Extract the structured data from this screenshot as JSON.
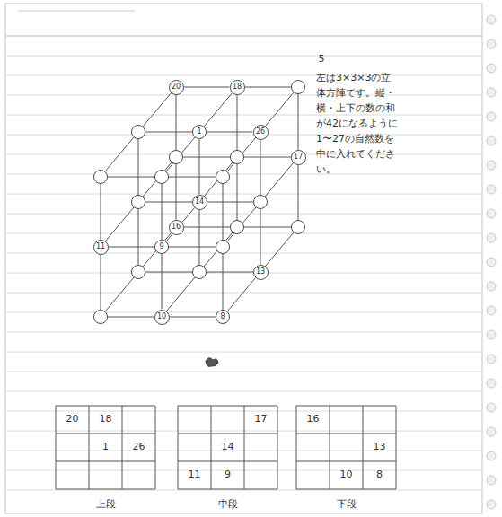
{
  "diagram": {
    "nodes": [
      {
        "text": [
          "20"
        ]
      },
      {
        "text": [
          "18"
        ]
      },
      {
        "text": [
          "1"
        ]
      },
      {
        "text": [
          "26"
        ]
      },
      {
        "text": [
          "17"
        ]
      },
      {
        "text": [
          "14"
        ]
      },
      {
        "text": [
          "16"
        ]
      },
      {
        "text": [
          "11"
        ]
      },
      {
        "text": [
          "9"
        ]
      },
      {
        "text": [
          "13"
        ]
      },
      {
        "text": [
          "10"
        ]
      },
      {
        "text": [
          "8"
        ]
      }
    ],
    "edges": [
      {
        "from": 0,
        "to": 1,
        "arrow": "none"
      },
      {
        "from": 1,
        "to": 2,
        "arrow": "none"
      },
      {
        "from": 2,
        "to": 3,
        "arrow": "none"
      },
      {
        "from": 2,
        "to": 5,
        "arrow": "none"
      },
      {
        "from": 5,
        "to": 8,
        "arrow": "none"
      },
      {
        "from": 7,
        "to": 8,
        "arrow": "none"
      },
      {
        "from": 8,
        "to": 10,
        "arrow": "none"
      },
      {
        "from": 10,
        "to": 11,
        "arrow": "none"
      },
      {
        "from": 9,
        "to": 11,
        "arrow": "none"
      }
    ],
    "labels": [
      "5",
      "左は3×3×3の立体方陣です。縦・横・上下の数の和が42になるように1〜27の自然数を中に入れてください。",
      "20",
      "18",
      "1",
      "26",
      "上段",
      "17",
      "14",
      "11",
      "9",
      "中段",
      "16",
      "13",
      "10",
      "8",
      "下段"
    ]
  }
}
